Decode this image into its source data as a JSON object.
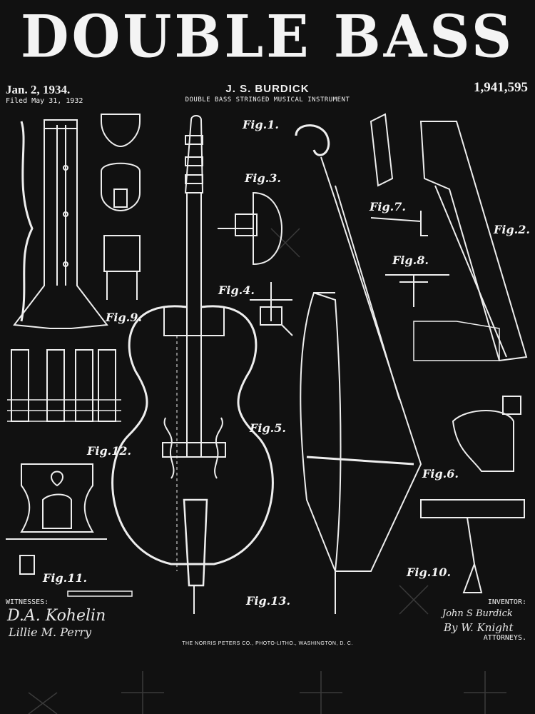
{
  "header": {
    "title": "DOUBLE BASS",
    "date": "Jan. 2, 1934.",
    "filed": "Filed May 31, 1932",
    "inventor_name": "J. S. BURDICK",
    "subtitle": "DOUBLE BASS STRINGED MUSICAL INSTRUMENT",
    "patent_number": "1,941,595"
  },
  "figures": {
    "fig1": "Fig.1.",
    "fig2": "Fig.2.",
    "fig3": "Fig.3.",
    "fig4": "Fig.4.",
    "fig5": "Fig.5.",
    "fig6": "Fig.6.",
    "fig7": "Fig.7.",
    "fig8": "Fig.8.",
    "fig9": "Fig.9.",
    "fig10": "Fig.10.",
    "fig11": "Fig.11.",
    "fig12": "Fig.12.",
    "fig13": "Fig.13."
  },
  "footer": {
    "witnesses_label": "WITNESSES:",
    "witness_sig_1": "D.A. Kohelin",
    "witness_sig_2": "Lillie M. Perry",
    "inventor_label": "INVENTOR:",
    "inventor_sig": "John S Burdick",
    "by_sig": "By W. Knight",
    "attorneys_label": "ATTORNEYS.",
    "printer": "THE NORRIS PETERS CO., PHOTO-LITHO., WASHINGTON, D. C."
  },
  "colors": {
    "background": "#111111",
    "ink": "#f2f2f2"
  }
}
